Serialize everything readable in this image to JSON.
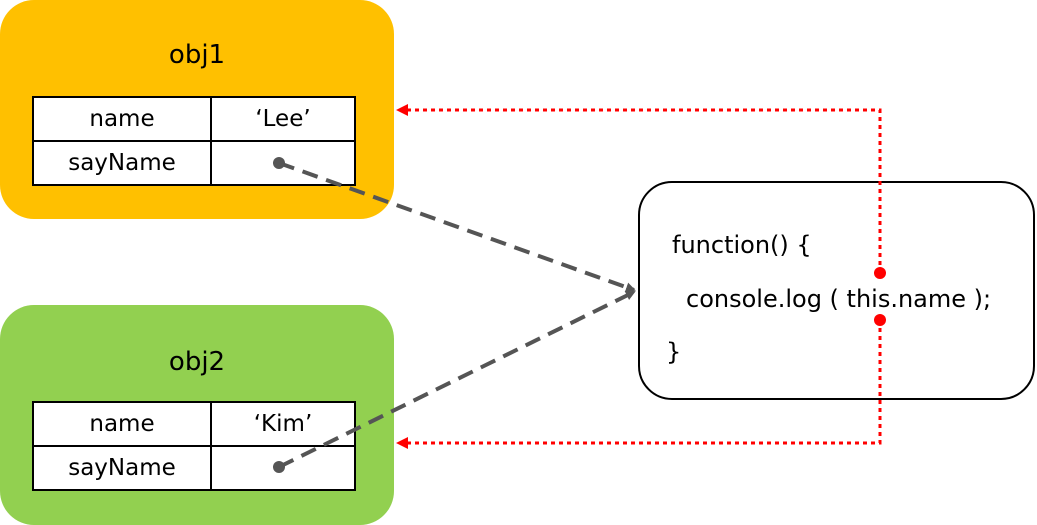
{
  "colors": {
    "obj1_bg": "#FFC000",
    "obj2_bg": "#92D050",
    "dashed_arrow": "#555555",
    "this_ref": "#FF0000"
  },
  "obj1": {
    "title": "obj1",
    "rows": [
      {
        "key": "name",
        "value": "‘Lee’"
      },
      {
        "key": "sayName",
        "value": ""
      }
    ]
  },
  "obj2": {
    "title": "obj2",
    "rows": [
      {
        "key": "name",
        "value": "‘Kim’"
      },
      {
        "key": "sayName",
        "value": ""
      }
    ]
  },
  "function_box": {
    "line1": "function() {",
    "line2": "console.log ( this.name );",
    "line3": "}"
  }
}
